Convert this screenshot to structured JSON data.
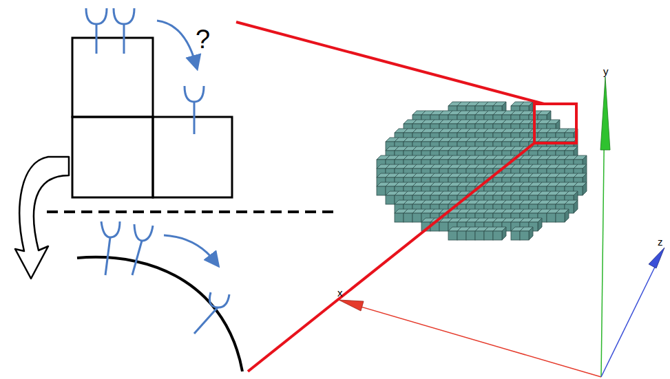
{
  "diagram": {
    "labels": [
      "?",
      "y",
      "x",
      "z"
    ]
  }
}
